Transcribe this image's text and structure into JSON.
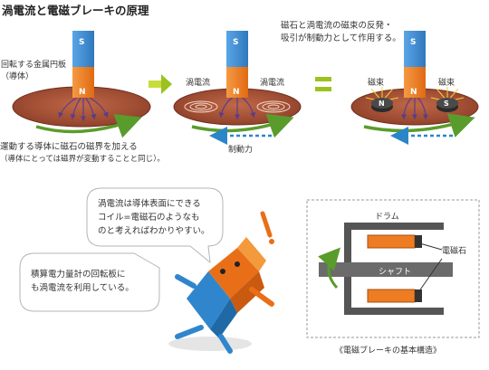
{
  "title": "渦電流と電磁ブレーキの原理",
  "labels": {
    "disk": "回転する金属円板\n（導体）",
    "pole_s": "S",
    "pole_n": "N",
    "eddy_left": "渦電流",
    "eddy_right": "渦電流",
    "flux_left": "磁束",
    "flux_right": "磁束",
    "braking_force": "制動力",
    "note_top": "磁石と渦電流の磁束の反発・\n吸引が制動力として作用する。",
    "note_bottom_1": "運動する導体に磁石の磁界を加える",
    "note_bottom_2": "（導体にとっては磁界が変動することと同じ）。"
  },
  "bubbles": {
    "top": "渦電流は導体表面にできる\nコイル=電磁石のようなも\nのと考えればわかりやすい。",
    "bottom": "積算電力量計の回転板に\nも渦電流を利用している。"
  },
  "brake_diagram": {
    "drum": "ドラム",
    "electromagnet": "電磁石",
    "shaft": "シャフト",
    "caption": "《電磁ブレーキの基本構造》"
  },
  "colors": {
    "disk": "#a6543a",
    "magnet_blue": "#3f8ed4",
    "magnet_orange": "#ee7c22",
    "green_arrow": "#5a9c2c",
    "blue_arrow": "#2a86c8",
    "equals": "#9cc21f",
    "shaft": "#6b6b6b"
  }
}
